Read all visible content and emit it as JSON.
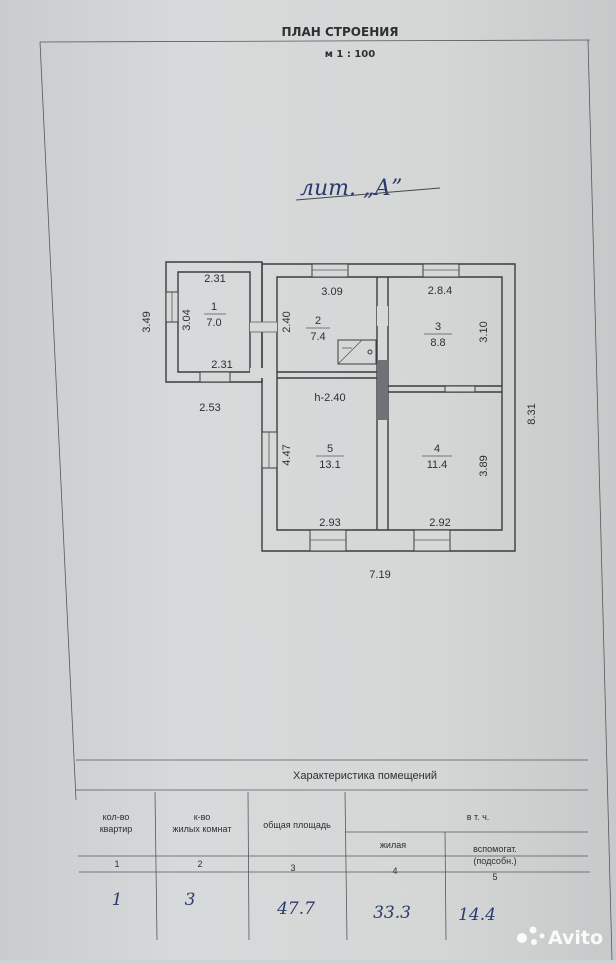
{
  "header": {
    "title": "ПЛАН СТРОЕНИЯ",
    "scale": "м 1 : 100"
  },
  "plan": {
    "letter_label": "лит. „А”",
    "overall_width": "7.19",
    "overall_depth": "8.31",
    "left_annex_height": "3.49",
    "left_annex_width": "2.53",
    "ceiling_height": "h-2.40",
    "rooms": [
      {
        "number": "1",
        "area": "7.0",
        "width_top": "2.31",
        "width_bottom": "2.31",
        "depth": "3.04"
      },
      {
        "number": "2",
        "area": "7.4",
        "width": "3.09",
        "depth": "2.40"
      },
      {
        "number": "3",
        "area": "8.8",
        "width": "2.8.4",
        "depth": "3.10"
      },
      {
        "number": "5",
        "area": "13.1",
        "width": "2.93",
        "depth": "4.47"
      },
      {
        "number": "4",
        "area": "11.4",
        "width": "2.92",
        "depth": "3.89"
      }
    ]
  },
  "table": {
    "title": "Характеристика помещений",
    "headers": {
      "apartments": [
        "кол-во",
        "квартир"
      ],
      "rooms": [
        "к-во",
        "жилых комнат"
      ],
      "total": "общая площадь",
      "including": "в т. ч.",
      "living": "жилая",
      "aux": [
        "вспомогат.",
        "(подсобн.)"
      ]
    },
    "column_numbers": [
      "1",
      "2",
      "3",
      "4",
      "5"
    ],
    "values": [
      "1",
      "3",
      "47.7",
      "33.3",
      "14.4"
    ]
  },
  "watermark": {
    "brand": "Avito"
  }
}
